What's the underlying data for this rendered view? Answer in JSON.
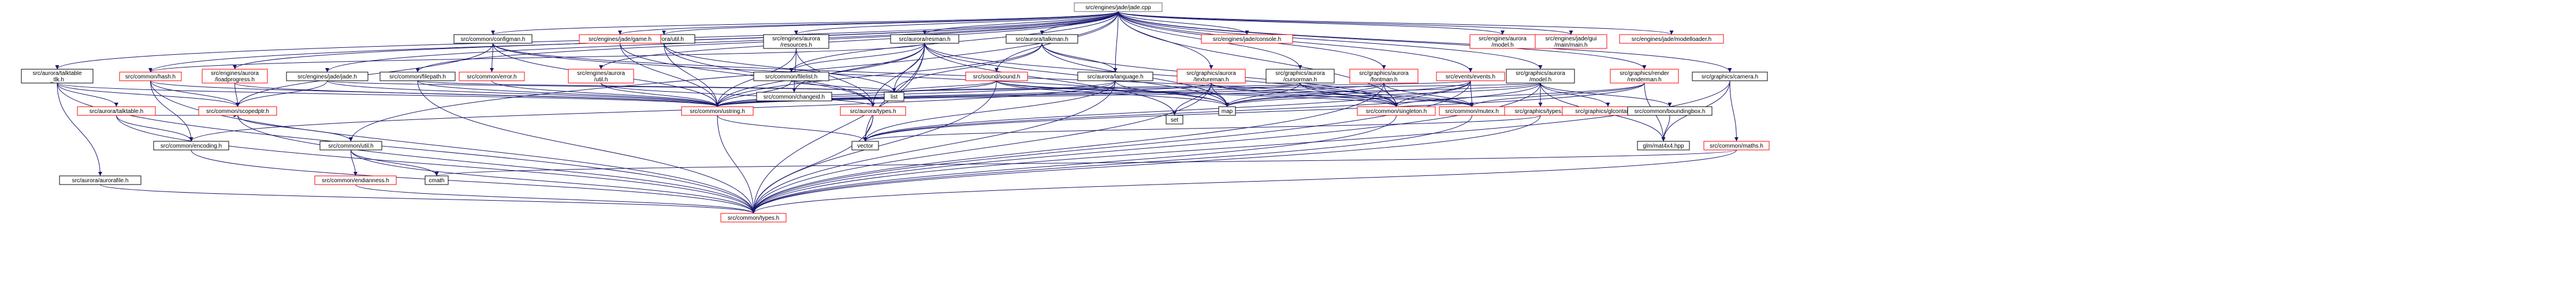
{
  "colors": {
    "edge": "#191970",
    "node_border_linked": "#ff0000",
    "node_border_plain": "#000000",
    "node_border_root": "#666666",
    "root_fill": "#bfbfbf",
    "node_text": "#000000"
  },
  "nodes": [
    {
      "id": "jade",
      "label": "src/engines/jade/jade.cpp",
      "root": true,
      "linked": false
    },
    {
      "id": "talktable_tlk",
      "label": "src/aurora/talktable_tlk.h",
      "linked": false
    },
    {
      "id": "configman",
      "label": "src/common/configman.h",
      "linked": false
    },
    {
      "id": "util_h",
      "label": "src/aurora/util.h",
      "linked": false
    },
    {
      "id": "resources",
      "label": "src/engines/aurora/resources.h",
      "linked": false
    },
    {
      "id": "resman",
      "label": "src/aurora/resman.h",
      "linked": false
    },
    {
      "id": "talkman",
      "label": "src/aurora/talkman.h",
      "linked": false
    },
    {
      "id": "game_h",
      "label": "src/engines/jade/game.h",
      "linked": true
    },
    {
      "id": "console_h",
      "label": "src/engines/jade/console.h",
      "linked": true
    },
    {
      "id": "model_eng",
      "label": "src/engines/aurora/model.h",
      "linked": true
    },
    {
      "id": "guimain",
      "label": "src/engines/jade/gui/main/main.h",
      "linked": true
    },
    {
      "id": "modelloader",
      "label": "src/engines/jade/modelloader.h",
      "linked": true
    },
    {
      "id": "hash",
      "label": "src/common/hash.h",
      "linked": true
    },
    {
      "id": "loadprogress",
      "label": "src/engines/aurora/loadprogress.h",
      "linked": true
    },
    {
      "id": "jade_h",
      "label": "src/engines/jade/jade.h",
      "linked": false
    },
    {
      "id": "filepath",
      "label": "src/common/filepath.h",
      "linked": false
    },
    {
      "id": "error_h",
      "label": "src/common/error.h",
      "linked": true
    },
    {
      "id": "filelist",
      "label": "src/common/filelist.h",
      "linked": false
    },
    {
      "id": "eng_util",
      "label": "src/engines/aurora/util.h",
      "linked": true
    },
    {
      "id": "changeid",
      "label": "src/common/changeid.h",
      "linked": false
    },
    {
      "id": "sound_h",
      "label": "src/sound/sound.h",
      "linked": true
    },
    {
      "id": "language",
      "label": "src/aurora/language.h",
      "linked": false
    },
    {
      "id": "textureman",
      "label": "src/graphics/aurora/textureman.h",
      "linked": true
    },
    {
      "id": "cursorman",
      "label": "src/graphics/aurora/cursorman.h",
      "linked": false
    },
    {
      "id": "fontman",
      "label": "src/graphics/aurora/fontman.h",
      "linked": true
    },
    {
      "id": "events",
      "label": "src/events/events.h",
      "linked": true
    },
    {
      "id": "gfx_model",
      "label": "src/graphics/aurora/model.h",
      "linked": false
    },
    {
      "id": "renderman",
      "label": "src/graphics/render/renderman.h",
      "linked": true
    },
    {
      "id": "camera",
      "label": "src/graphics/camera.h",
      "linked": false
    },
    {
      "id": "talktable",
      "label": "src/aurora/talktable.h",
      "linked": true
    },
    {
      "id": "scopedptr",
      "label": "src/common/scopedptr.h",
      "linked": true
    },
    {
      "id": "ustring",
      "label": "src/common/ustring.h",
      "linked": true
    },
    {
      "id": "aurora_types",
      "label": "src/aurora/types.h",
      "linked": true
    },
    {
      "id": "list",
      "label": "list",
      "linked": false
    },
    {
      "id": "map",
      "label": "map",
      "linked": false
    },
    {
      "id": "set",
      "label": "set",
      "linked": false
    },
    {
      "id": "singleton",
      "label": "src/common/singleton.h",
      "linked": true
    },
    {
      "id": "mutex",
      "label": "src/common/mutex.h",
      "linked": true
    },
    {
      "id": "gfx_types",
      "label": "src/graphics/types.h",
      "linked": true
    },
    {
      "id": "glcontainer",
      "label": "src/graphics/glcontainer.h",
      "linked": true
    },
    {
      "id": "boundingbox",
      "label": "src/common/boundingbox.h",
      "linked": false
    },
    {
      "id": "maths",
      "label": "src/common/maths.h",
      "linked": true
    },
    {
      "id": "encoding",
      "label": "src/common/encoding.h",
      "linked": false
    },
    {
      "id": "common_util",
      "label": "src/common/util.h",
      "linked": false
    },
    {
      "id": "vector",
      "label": "vector",
      "linked": false
    },
    {
      "id": "matrix4x4",
      "label": "glm/mat4x4.hpp",
      "linked": false
    },
    {
      "id": "aurorafile",
      "label": "src/aurora/aurorafile.h",
      "linked": false
    },
    {
      "id": "endianness",
      "label": "src/common/endianness.h",
      "linked": true
    },
    {
      "id": "cmath",
      "label": "cmath",
      "linked": false
    },
    {
      "id": "common_types",
      "label": "src/common/types.h",
      "linked": true
    }
  ],
  "edges": [
    [
      "jade",
      "talktable_tlk"
    ],
    [
      "jade",
      "configman"
    ],
    [
      "jade",
      "util_h"
    ],
    [
      "jade",
      "resources"
    ],
    [
      "jade",
      "resman"
    ],
    [
      "jade",
      "talkman"
    ],
    [
      "jade",
      "game_h"
    ],
    [
      "jade",
      "console_h"
    ],
    [
      "jade",
      "model_eng"
    ],
    [
      "jade",
      "guimain"
    ],
    [
      "jade",
      "modelloader"
    ],
    [
      "jade",
      "loadprogress"
    ],
    [
      "jade",
      "jade_h"
    ],
    [
      "jade",
      "filepath"
    ],
    [
      "jade",
      "filelist"
    ],
    [
      "jade",
      "eng_util"
    ],
    [
      "jade",
      "sound_h"
    ],
    [
      "jade",
      "language"
    ],
    [
      "jade",
      "cursorman"
    ],
    [
      "jade",
      "fontman"
    ],
    [
      "jade",
      "events"
    ],
    [
      "jade",
      "gfx_model"
    ],
    [
      "jade",
      "renderman"
    ],
    [
      "jade",
      "camera"
    ],
    [
      "jade",
      "common_util"
    ],
    [
      "jade",
      "textureman"
    ],
    [
      "jade",
      "hash"
    ],
    [
      "jade",
      "singleton"
    ],
    [
      "talktable_tlk",
      "talktable"
    ],
    [
      "talktable_tlk",
      "scopedptr"
    ],
    [
      "talktable_tlk",
      "aurorafile"
    ],
    [
      "talktable_tlk",
      "common_types"
    ],
    [
      "talktable_tlk",
      "ustring"
    ],
    [
      "configman",
      "scopedptr"
    ],
    [
      "configman",
      "ustring"
    ],
    [
      "configman",
      "error_h"
    ],
    [
      "configman",
      "singleton"
    ],
    [
      "configman",
      "map"
    ],
    [
      "util_h",
      "ustring"
    ],
    [
      "util_h",
      "aurora_types"
    ],
    [
      "util_h",
      "list"
    ],
    [
      "resources",
      "changeid"
    ],
    [
      "resources",
      "aurora_types"
    ],
    [
      "resources",
      "ustring"
    ],
    [
      "resman",
      "hash"
    ],
    [
      "resman",
      "filelist"
    ],
    [
      "resman",
      "changeid"
    ],
    [
      "resman",
      "aurora_types"
    ],
    [
      "resman",
      "ustring"
    ],
    [
      "resman",
      "list"
    ],
    [
      "resman",
      "map"
    ],
    [
      "resman",
      "vector"
    ],
    [
      "resman",
      "set"
    ],
    [
      "resman",
      "singleton"
    ],
    [
      "resman",
      "common_types"
    ],
    [
      "talkman",
      "language"
    ],
    [
      "talkman",
      "ustring"
    ],
    [
      "talkman",
      "list"
    ],
    [
      "talkman",
      "map"
    ],
    [
      "talkman",
      "singleton"
    ],
    [
      "game_h",
      "ustring"
    ],
    [
      "game_h",
      "aurora_types"
    ],
    [
      "hash",
      "scopedptr"
    ],
    [
      "hash",
      "encoding"
    ],
    [
      "hash",
      "common_types"
    ],
    [
      "hash",
      "ustring"
    ],
    [
      "loadprogress",
      "scopedptr"
    ],
    [
      "loadprogress",
      "ustring"
    ],
    [
      "jade_h",
      "scopedptr"
    ],
    [
      "jade_h",
      "ustring"
    ],
    [
      "jade_h",
      "list"
    ],
    [
      "filepath",
      "ustring"
    ],
    [
      "filepath",
      "common_types"
    ],
    [
      "filepath",
      "list"
    ],
    [
      "error_h",
      "ustring"
    ],
    [
      "filelist",
      "ustring"
    ],
    [
      "filelist",
      "list"
    ],
    [
      "eng_util",
      "ustring"
    ],
    [
      "eng_util",
      "aurora_types"
    ],
    [
      "sound_h",
      "ustring"
    ],
    [
      "sound_h",
      "list"
    ],
    [
      "sound_h",
      "mutex"
    ],
    [
      "sound_h",
      "singleton"
    ],
    [
      "sound_h",
      "common_types"
    ],
    [
      "sound_h",
      "map"
    ],
    [
      "language",
      "ustring"
    ],
    [
      "language",
      "encoding"
    ],
    [
      "language",
      "map"
    ],
    [
      "language",
      "vector"
    ],
    [
      "language",
      "common_types"
    ],
    [
      "textureman",
      "ustring"
    ],
    [
      "textureman",
      "map"
    ],
    [
      "textureman",
      "set"
    ],
    [
      "textureman",
      "singleton"
    ],
    [
      "textureman",
      "mutex"
    ],
    [
      "textureman",
      "common_types"
    ],
    [
      "cursorman",
      "ustring"
    ],
    [
      "cursorman",
      "map"
    ],
    [
      "cursorman",
      "singleton"
    ],
    [
      "cursorman",
      "mutex"
    ],
    [
      "fontman",
      "ustring"
    ],
    [
      "fontman",
      "map"
    ],
    [
      "fontman",
      "singleton"
    ],
    [
      "fontman",
      "mutex"
    ],
    [
      "fontman",
      "common_types"
    ],
    [
      "events",
      "list"
    ],
    [
      "events",
      "map"
    ],
    [
      "events",
      "singleton"
    ],
    [
      "events",
      "mutex"
    ],
    [
      "events",
      "vector"
    ],
    [
      "events",
      "common_types"
    ],
    [
      "gfx_model",
      "ustring"
    ],
    [
      "gfx_model",
      "gfx_types"
    ],
    [
      "gfx_model",
      "glcontainer"
    ],
    [
      "gfx_model",
      "boundingbox"
    ],
    [
      "gfx_model",
      "matrix4x4"
    ],
    [
      "gfx_model",
      "map"
    ],
    [
      "gfx_model",
      "list"
    ],
    [
      "gfx_model",
      "vector"
    ],
    [
      "gfx_model",
      "common_types"
    ],
    [
      "renderman",
      "mutex"
    ],
    [
      "renderman",
      "singleton"
    ],
    [
      "renderman",
      "matrix4x4"
    ],
    [
      "renderman",
      "vector"
    ],
    [
      "camera",
      "maths"
    ],
    [
      "camera",
      "matrix4x4"
    ],
    [
      "camera",
      "common_types"
    ],
    [
      "talktable",
      "scopedptr"
    ],
    [
      "talktable",
      "encoding"
    ],
    [
      "talktable",
      "common_types"
    ],
    [
      "scopedptr",
      "common_types"
    ],
    [
      "scopedptr",
      "common_util"
    ],
    [
      "ustring",
      "common_types"
    ],
    [
      "ustring",
      "vector"
    ],
    [
      "aurora_types",
      "common_types"
    ],
    [
      "aurora_types",
      "vector"
    ],
    [
      "singleton",
      "common_types"
    ],
    [
      "mutex",
      "common_types"
    ],
    [
      "gfx_types",
      "vector"
    ],
    [
      "gfx_types",
      "common_types"
    ],
    [
      "boundingbox",
      "matrix4x4"
    ],
    [
      "maths",
      "cmath"
    ],
    [
      "maths",
      "common_types"
    ],
    [
      "encoding",
      "common_types"
    ],
    [
      "common_util",
      "common_types"
    ],
    [
      "common_util",
      "endianness"
    ],
    [
      "common_util",
      "cmath"
    ],
    [
      "aurorafile",
      "common_types"
    ],
    [
      "endianness",
      "common_types"
    ]
  ]
}
